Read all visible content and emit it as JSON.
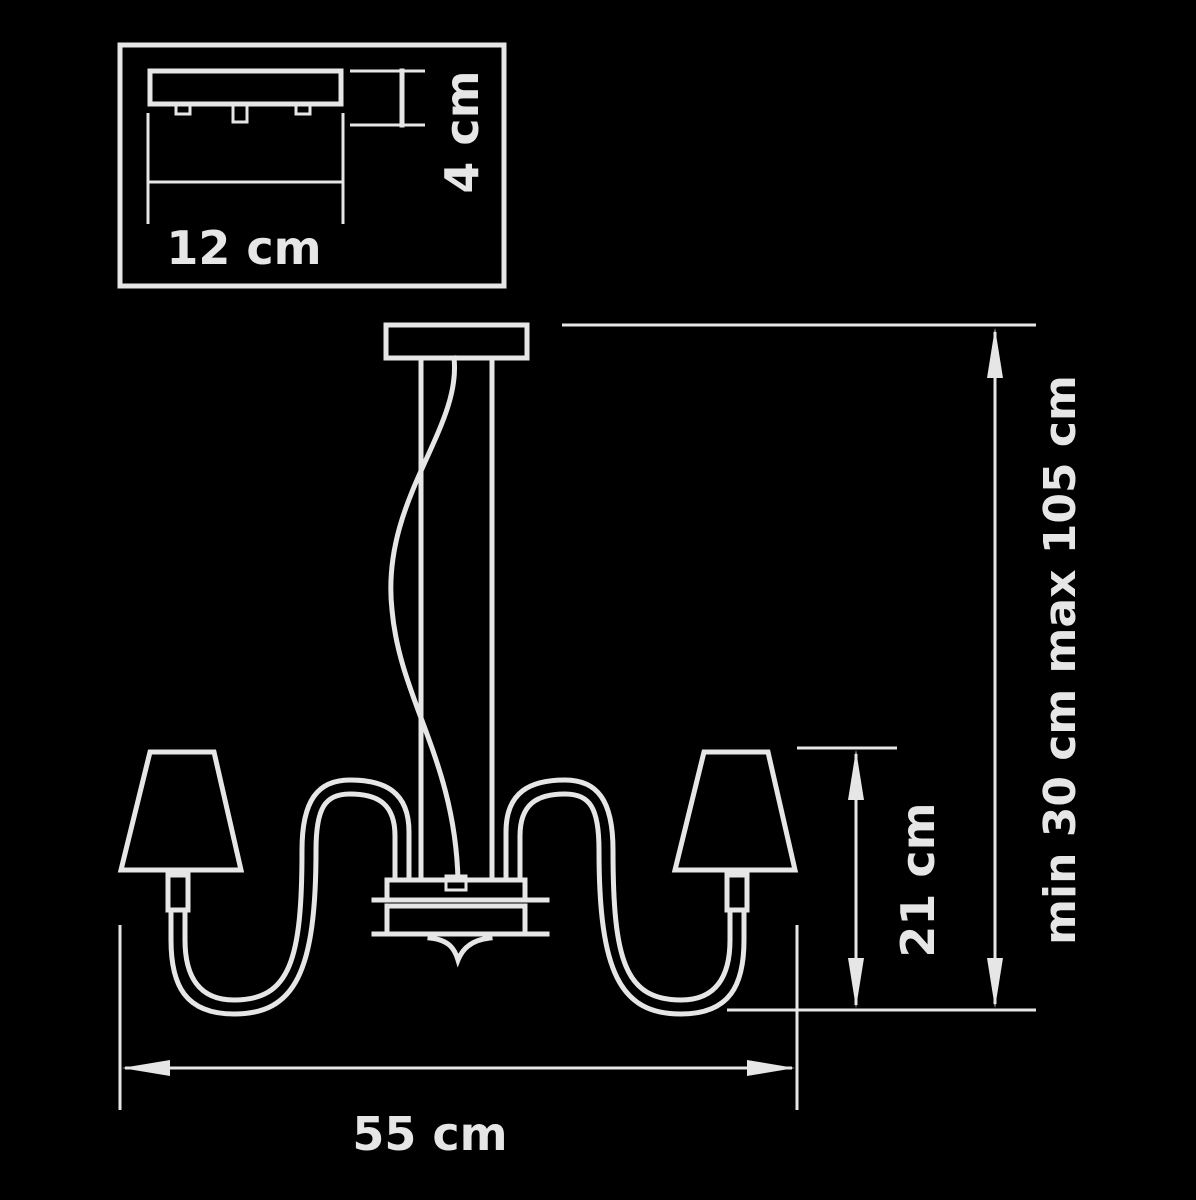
{
  "labels": {
    "canopy_width": "12 cm",
    "canopy_height": "4 cm",
    "fixture_width": "55 cm",
    "shade_height": "21 cm",
    "hanging_height": "min 30 cm max 105 cm"
  }
}
